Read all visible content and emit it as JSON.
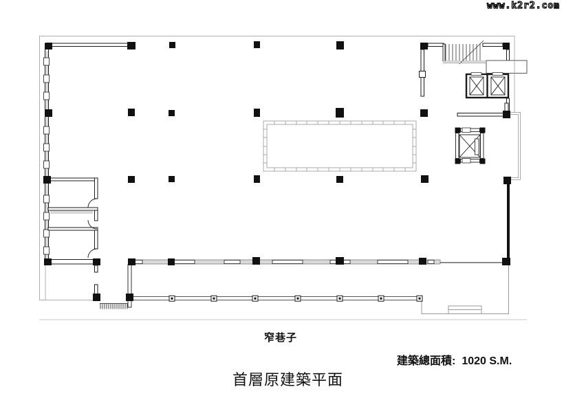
{
  "watermark": {
    "text": "www.k2r2.com"
  },
  "labels": {
    "alley": "窄巷子",
    "area_caption": "建築總面積:",
    "area_value": "1020 S.M.",
    "title": "首層原建築平面"
  },
  "colors": {
    "line": "#1a1a1a",
    "site_boundary": "#b0b0b0",
    "glazing_fill": "#d9d9d9",
    "background": "#ffffff"
  }
}
